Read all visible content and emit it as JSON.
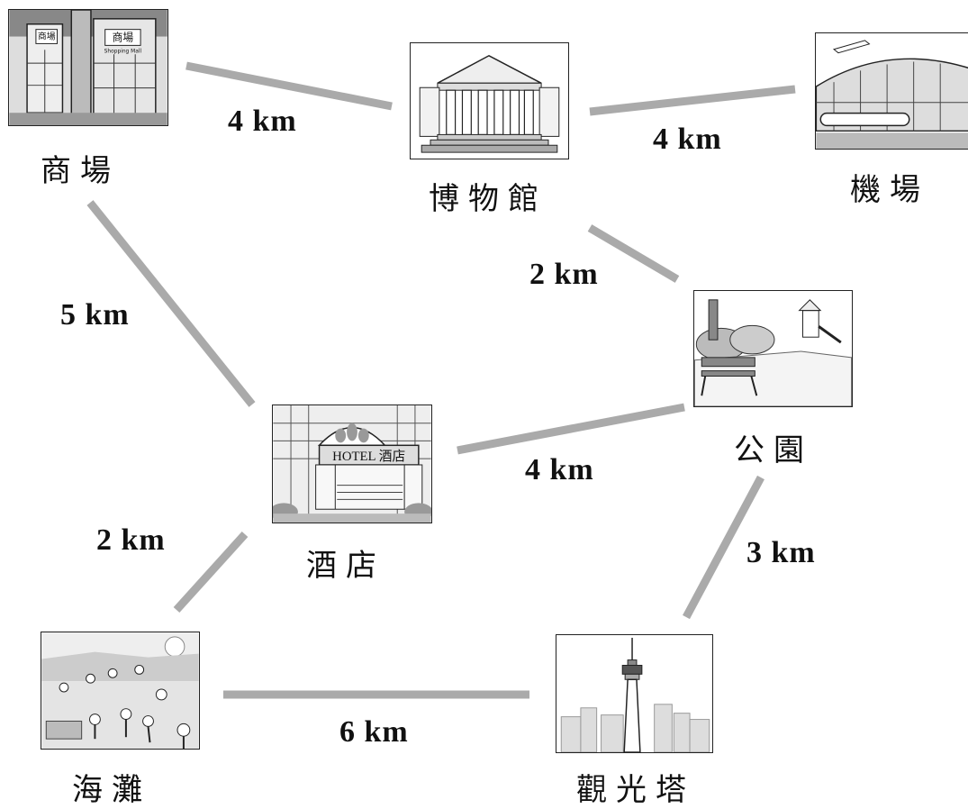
{
  "places": {
    "mall": "商場",
    "museum": "博物館",
    "airport": "機場",
    "park": "公園",
    "hotel": "酒店",
    "beach": "海灘",
    "tower": "觀光塔"
  },
  "signs": {
    "mall_sign": "商場",
    "mall_sign_sub": "Shopping Mall",
    "hotel_sign": "HOTEL 酒店"
  },
  "distances": {
    "mall_museum": "4 km",
    "museum_airport": "4 km",
    "museum_park": "2 km",
    "mall_hotel": "5 km",
    "hotel_park": "4 km",
    "hotel_beach": "2 km",
    "park_tower": "3 km",
    "beach_tower": "6 km"
  },
  "colors": {
    "edge": "#aaaaaa",
    "text": "#111111"
  }
}
